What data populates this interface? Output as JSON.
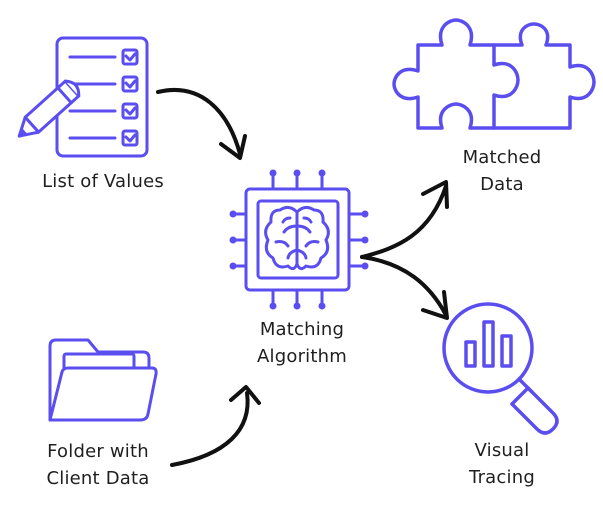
{
  "colors": {
    "accent": "#5b4ef0",
    "arrow": "#111111",
    "text": "#1f1f1f"
  },
  "nodes": {
    "list": {
      "icon": "checklist-with-pencil-icon",
      "label_line1": "List of Values",
      "label_line2": ""
    },
    "folder": {
      "icon": "folder-icon",
      "label_line1": "Folder with",
      "label_line2": "Client Data"
    },
    "algorithm": {
      "icon": "chip-brain-icon",
      "label_line1": "Matching",
      "label_line2": "Algorithm"
    },
    "matched": {
      "icon": "puzzle-pieces-icon",
      "label_line1": "Matched",
      "label_line2": "Data"
    },
    "visual": {
      "icon": "magnifier-bar-chart-icon",
      "label_line1": "Visual",
      "label_line2": "Tracing"
    }
  },
  "edges": [
    {
      "from": "list",
      "to": "algorithm"
    },
    {
      "from": "folder",
      "to": "algorithm"
    },
    {
      "from": "algorithm",
      "to": "matched"
    },
    {
      "from": "algorithm",
      "to": "visual"
    }
  ]
}
